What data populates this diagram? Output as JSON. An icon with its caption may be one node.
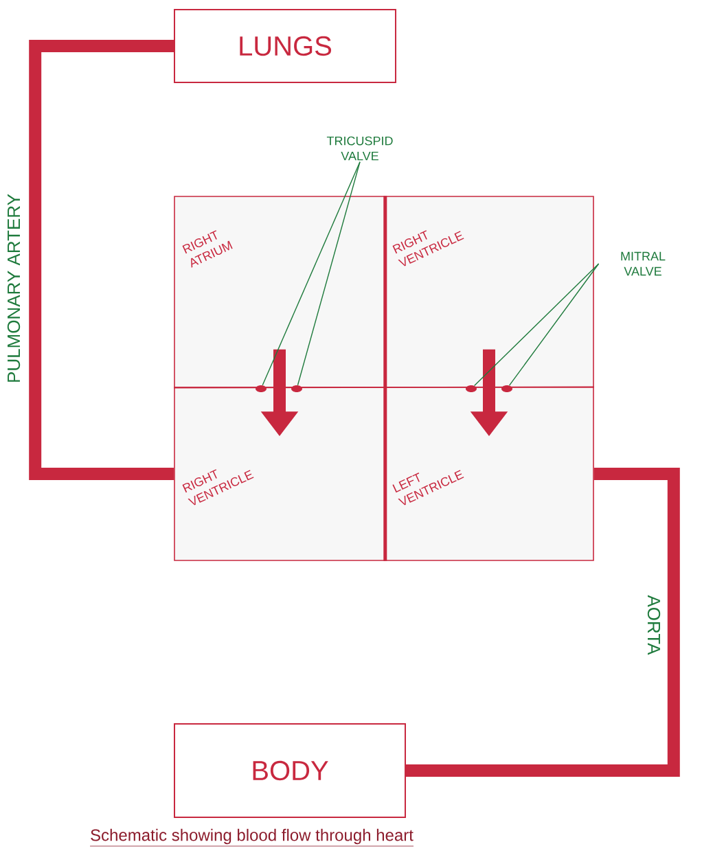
{
  "diagram": {
    "caption": "Schematic showing blood flow through heart",
    "nodes": [
      {
        "text": [
          "LUNGS"
        ]
      },
      {
        "text": [
          "RIGHT ATRIUM"
        ]
      },
      {
        "text": [
          "RIGHT VENTRICLE"
        ]
      },
      {
        "text": [
          "RIGHT VENTRICLE"
        ]
      },
      {
        "text": [
          "LEFT VENTRICLE"
        ]
      },
      {
        "text": [
          "BODY"
        ]
      },
      {
        "text": [
          "TRICUSPID VALVE"
        ]
      },
      {
        "text": [
          "MITRAL VALVE"
        ]
      },
      {
        "text": [],
        "shape": "circle"
      },
      {
        "text": [],
        "shape": "circle"
      },
      {
        "text": [],
        "shape": "circle"
      },
      {
        "text": [],
        "shape": "circle"
      }
    ],
    "edges": [
      {
        "from": 3,
        "to": 0,
        "arrow": "none",
        "label": "PULMONARY ARTERY",
        "style": "thick",
        "color": "#c8283f"
      },
      {
        "from": 4,
        "to": 5,
        "arrow": "none",
        "label": "AORTA",
        "style": "thick",
        "color": "#c8283f"
      },
      {
        "from": 1,
        "to": 3,
        "arrow": "to",
        "style": "thick",
        "color": "#c8283f"
      },
      {
        "from": 2,
        "to": 4,
        "arrow": "to",
        "style": "thick",
        "color": "#c8283f"
      },
      {
        "from": 6,
        "to": 8,
        "arrow": "none",
        "color": "#1e7a3c"
      },
      {
        "from": 6,
        "to": 9,
        "arrow": "none",
        "color": "#1e7a3c"
      },
      {
        "from": 7,
        "to": 10,
        "arrow": "none",
        "color": "#1e7a3c"
      },
      {
        "from": 7,
        "to": 11,
        "arrow": "none",
        "color": "#1e7a3c"
      }
    ]
  }
}
